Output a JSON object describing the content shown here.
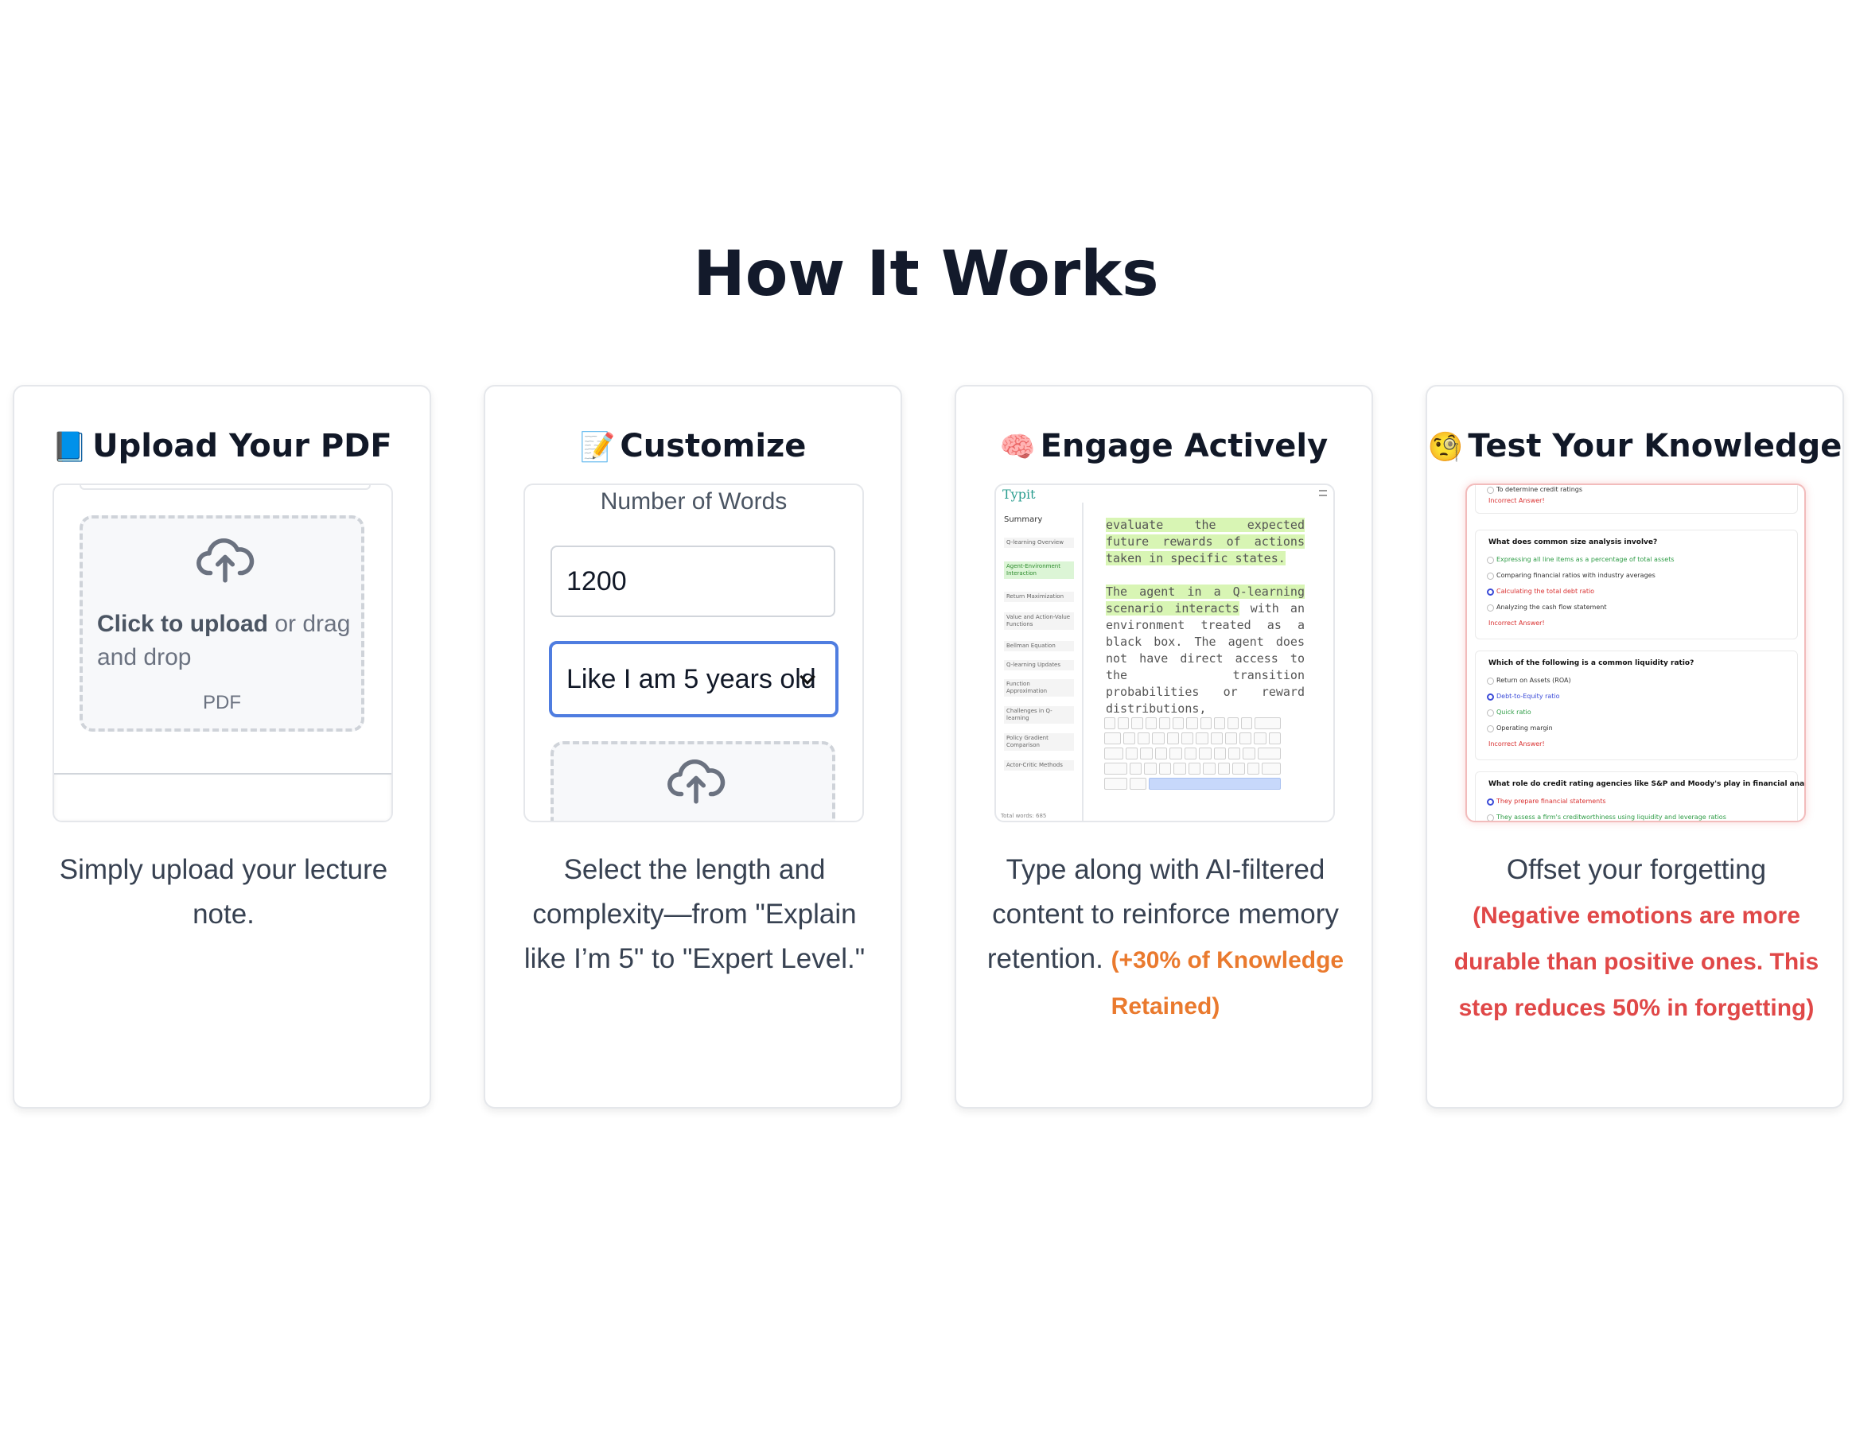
{
  "page": {
    "title": "How It Works"
  },
  "cards": [
    {
      "emoji": "📘",
      "title": "Upload Your PDF",
      "desc": "Simply upload your lecture note.",
      "upload": {
        "click": "Click to upload",
        "or": " or drag",
        "line2": "and drop",
        "type": "PDF"
      }
    },
    {
      "emoji": "📝",
      "title": "Customize",
      "desc": "Select the length and complexity—from \"Explain like I’m 5\" to \"Expert Level.\"",
      "form": {
        "label": "Number of Words",
        "value": "1200",
        "level": "Like I am 5 years old"
      }
    },
    {
      "emoji": "🧠",
      "title": "Engage Actively",
      "desc": "Type along with AI-filtered content to reinforce memory retention.",
      "highlight": "(+30% of Knowledge Retained)",
      "app": {
        "logo": "Typit",
        "sidebar_title": "Summary",
        "sidebar_items": [
          "Q-learning Overview",
          "Agent-Environment Interaction",
          "Return Maximization",
          "Value and Action-Value Functions",
          "Bellman Equation",
          "Q-learning Updates",
          "Function Approximation",
          "Challenges in Q-learning",
          "Policy Gradient Comparison",
          "Actor-Critic Methods"
        ],
        "total": "Total words: 685",
        "typed_1": "evaluate the expected future rewards of actions taken in specific states.",
        "typed_2": "The agent in a Q-learning scenario interacts",
        "rest": " with an environment treated as a black box. The agent does not have direct access to the transition probabilities or reward distributions,"
      }
    },
    {
      "emoji": "🧐",
      "title": "Test Your Knowledge",
      "desc": "Offset your forgetting",
      "highlight": "(Negative emotions are more durable than positive ones. This step reduces 50% in forgetting)",
      "quiz": {
        "top_text": "To determine credit ratings",
        "incorrect": "Incorrect Answer!",
        "q1": "What does common size analysis involve?",
        "q1_opts": [
          "Expressing all line items as a percentage of total assets",
          "Comparing financial ratios with industry averages",
          "Calculating the total debt ratio",
          "Analyzing the cash flow statement"
        ],
        "q2": "Which of the following is a common liquidity ratio?",
        "q2_opts": [
          "Return on Assets (ROA)",
          "Debt-to-Equity ratio",
          "Quick ratio",
          "Operating margin"
        ],
        "q3": "What role do credit rating agencies like S&P and Moody's play in financial analysis?",
        "q3_opts": [
          "They prepare financial statements",
          "They assess a firm's creditworthiness using liquidity and leverage ratios"
        ]
      }
    }
  ],
  "colors": {
    "orange": "#ea7a2e",
    "red": "#e04848",
    "blue": "#4f7de0"
  }
}
